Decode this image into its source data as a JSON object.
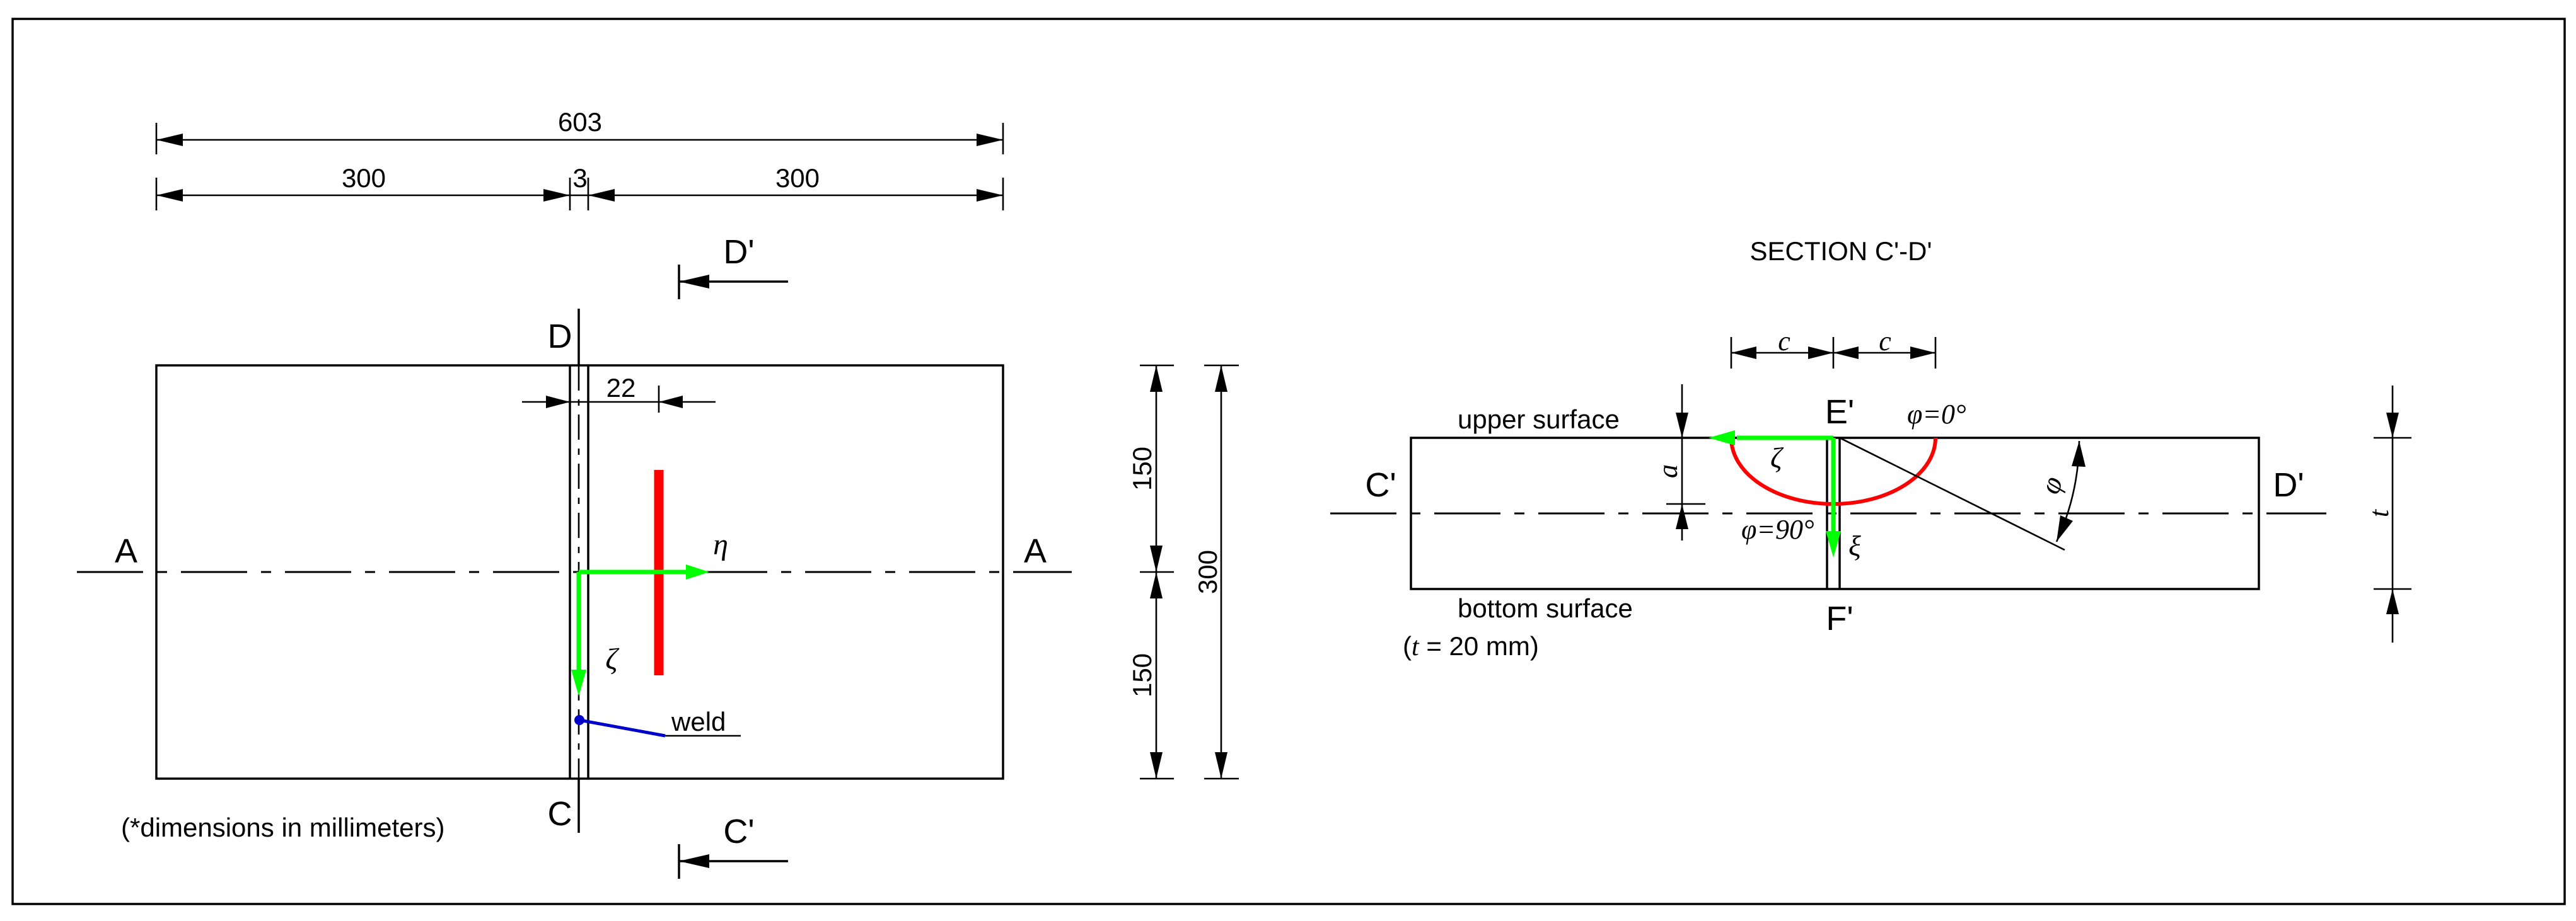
{
  "plan": {
    "dim_total": "603",
    "dim_left": "300",
    "dim_gap": "3",
    "dim_right": "300",
    "dim_offset": "22",
    "dim_height_top": "150",
    "dim_height_bottom": "150",
    "dim_height_total": "300",
    "label_a_left": "A",
    "label_a_right": "A",
    "label_c": "C",
    "label_d": "D",
    "section_d": "D'",
    "section_c": "C'",
    "axis_eta": "η",
    "axis_zeta": "ζ",
    "weld_label": "weld",
    "footnote": "(*dimensions in millimeters)",
    "colors": {
      "crack": "#ff0000",
      "axis": "#00ff00",
      "leader": "#0000cc"
    }
  },
  "section": {
    "title": "SECTION C'-D'",
    "dim_c_left": "c",
    "dim_c_right": "c",
    "label_e": "E'",
    "label_f": "F'",
    "label_c": "C'",
    "label_d": "D'",
    "phi_0": "φ=0°",
    "phi_90": "φ=90°",
    "phi": "φ",
    "axis_zeta": "ζ",
    "axis_xi": "ξ",
    "dim_a": "a",
    "dim_t": "t",
    "upper_surface": "upper surface",
    "bottom_surface": "bottom surface",
    "thickness_note_pre": "(",
    "thickness_note_t": "t",
    "thickness_note_post": " = 20 mm)"
  }
}
